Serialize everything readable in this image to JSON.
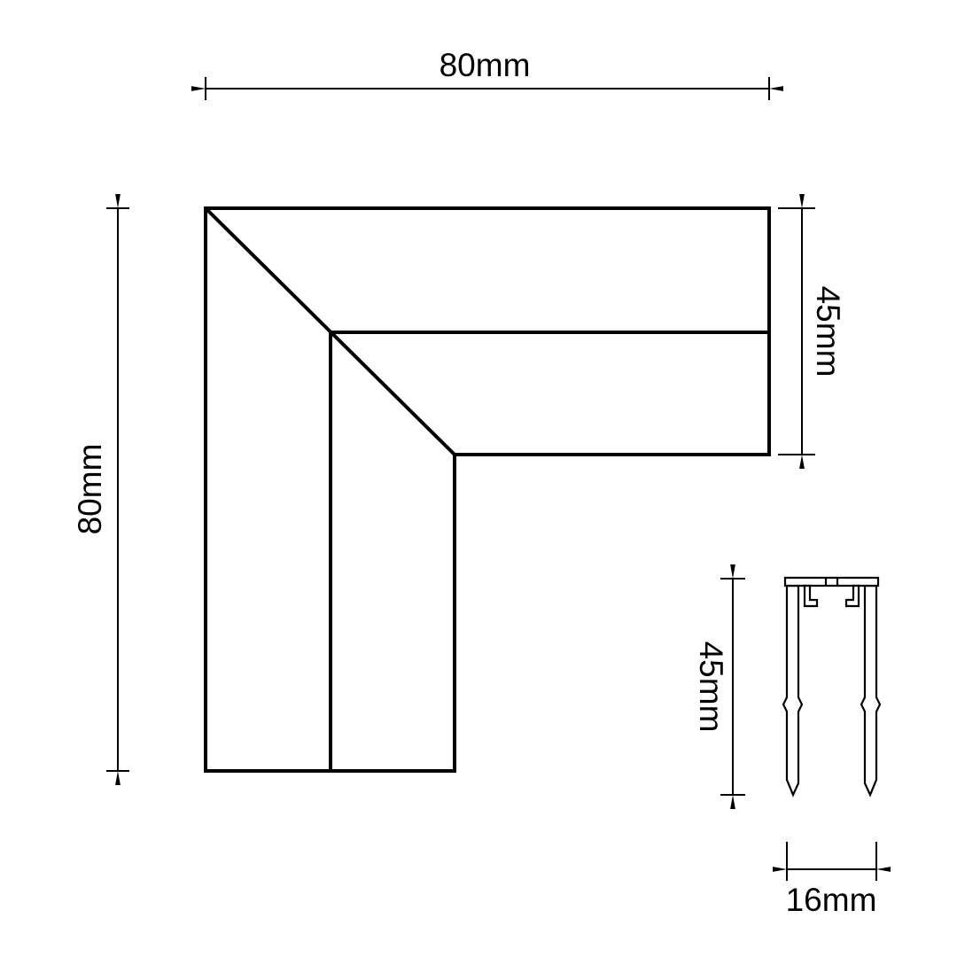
{
  "drawing": {
    "background_color": "#ffffff",
    "line_color": "#000000",
    "plan_view": {
      "top_width_label": "80mm",
      "left_height_label": "80mm",
      "right_depth_label": "45mm"
    },
    "cross_section": {
      "height_label": "45mm",
      "width_label": "16mm"
    }
  }
}
